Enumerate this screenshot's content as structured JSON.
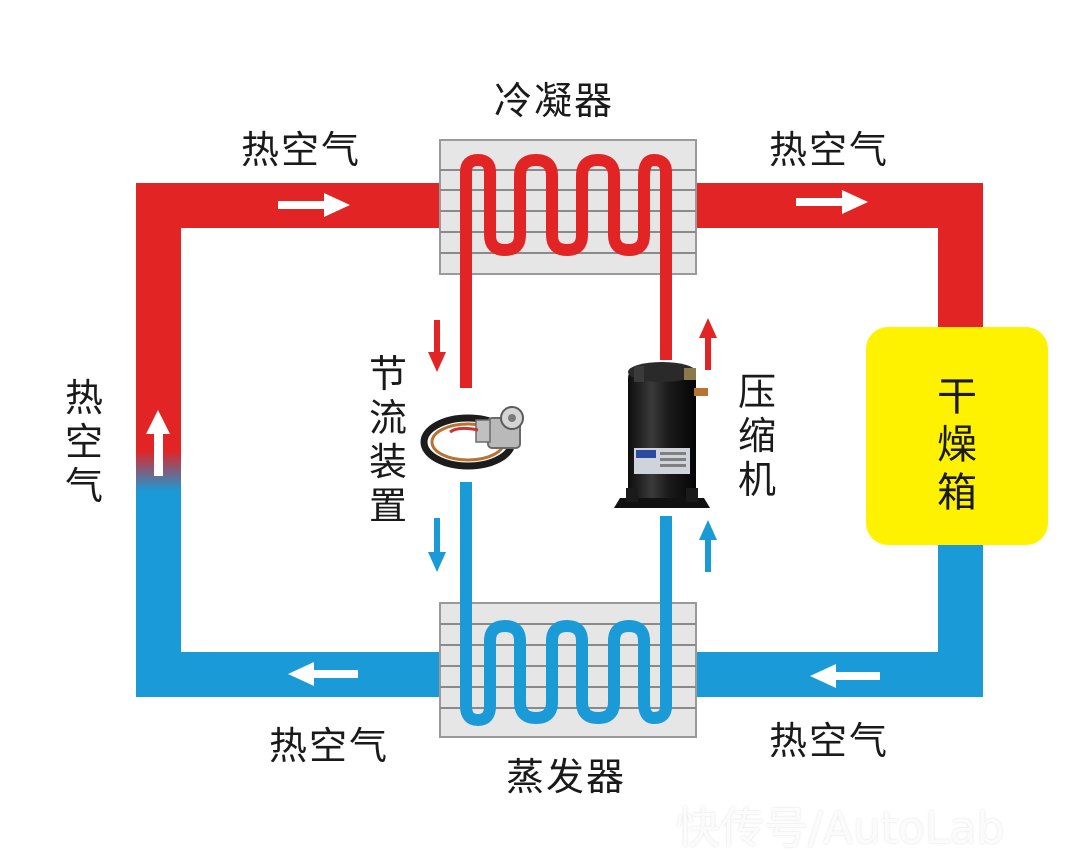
{
  "labels": {
    "condenser": "冷凝器",
    "evaporator": "蒸发器",
    "hot_air_top_left": "热空气",
    "hot_air_top_right": "热空气",
    "hot_air_bottom_left": "热空气",
    "hot_air_bottom_right": "热空气",
    "hot_air_left": "热空气",
    "throttle": "节流装置",
    "compressor": "压缩机",
    "dryer": "干燥箱",
    "watermark": "快传号/AutoLab"
  },
  "colors": {
    "hot_duct": "#e32424",
    "cold_duct": "#1a9ad6",
    "dryer": "#fff200",
    "coil_box": "#e6e6e6",
    "arrow": "#ffffff"
  },
  "icons": {
    "compressor": "scroll-compressor-photo",
    "throttle": "expansion-valve-photo"
  }
}
